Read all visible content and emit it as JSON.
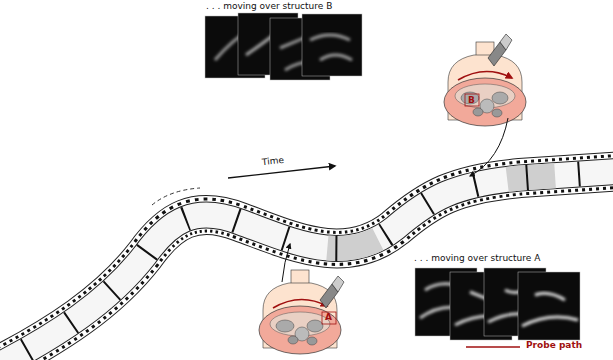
{
  "diagram": {
    "labels": [
      ". . . moving over structure B",
      "B",
      "Time",
      "A",
      ". . . moving over structure A"
    ],
    "legend": [
      {
        "text": "Probe path"
      }
    ]
  }
}
